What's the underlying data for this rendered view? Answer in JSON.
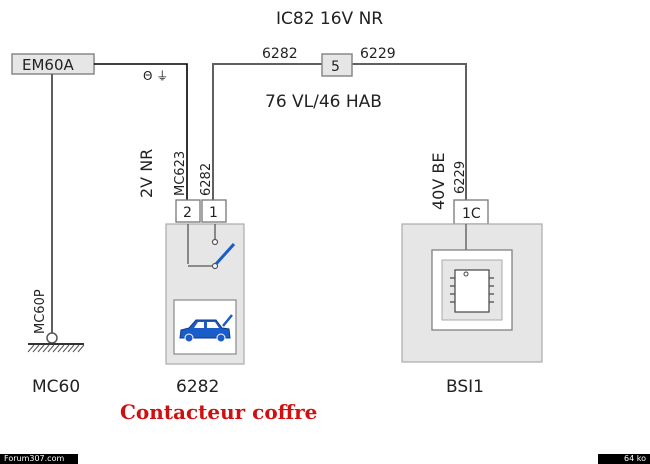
{
  "header": {
    "line1": "IC82  16V  NR",
    "line2": "76  VL/46  HAB"
  },
  "wires": {
    "w6282_top": "6282",
    "w6229_top": "6229",
    "splice": "5",
    "left_vertical_code": "MC623",
    "left_vertical_num": "6282",
    "left_vertical_spec": "2V  NR",
    "right_vertical_spec": "40V  BE",
    "right_vertical_num": "6229",
    "ground_vertical": "MC60P",
    "ground_symbol": "Θ ⏚"
  },
  "components": {
    "em": {
      "label": "EM60A"
    },
    "switch": {
      "pin2": "2",
      "pin1": "1",
      "label": "6282"
    },
    "bsi": {
      "pin": "1C",
      "label": "BSI1"
    },
    "ground": {
      "label": "MC60"
    }
  },
  "caption": "Contacteur coffre",
  "footer": {
    "site": "Forum307.com",
    "size": "64 ko"
  },
  "colors": {
    "accent_blue": "#1a5cc8",
    "caption_red": "#d01010",
    "box_fill": "#e6e6e6"
  }
}
